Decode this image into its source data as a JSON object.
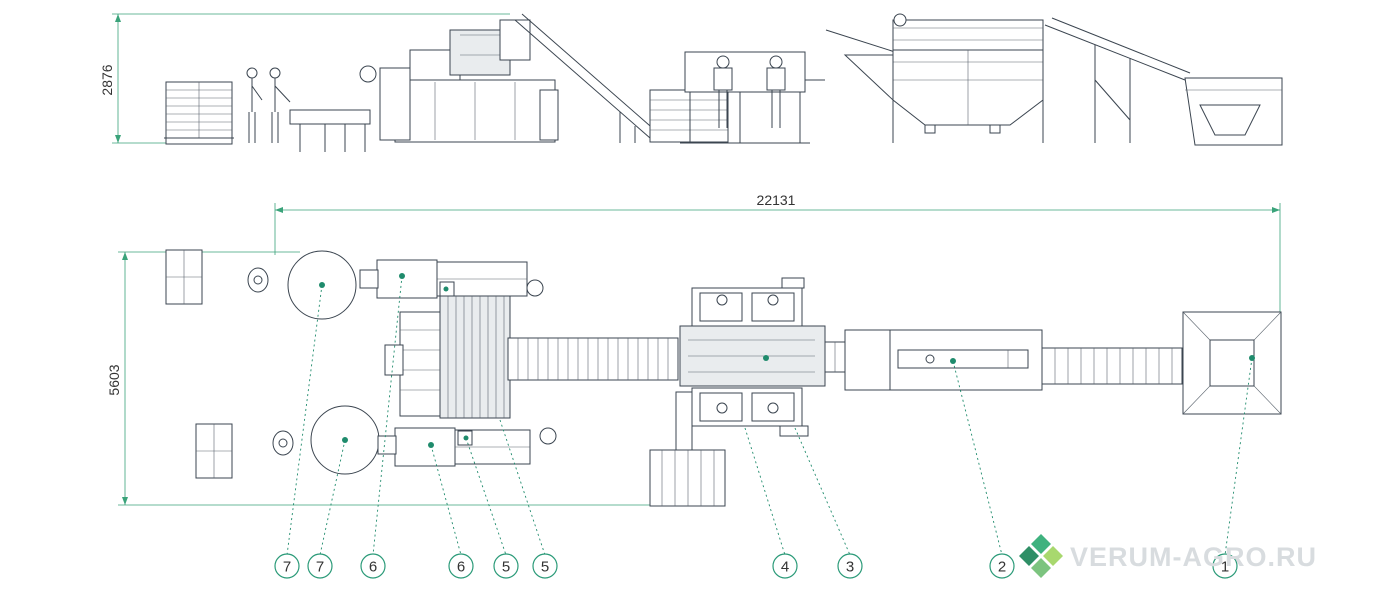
{
  "dimensions": {
    "height_side": "2876",
    "length": "22131",
    "width_plan": "5603"
  },
  "callouts": [
    "7",
    "7",
    "6",
    "6",
    "5",
    "5",
    "4",
    "3",
    "2",
    "1"
  ],
  "watermark": {
    "text": "VERUM-AGRO.RU",
    "colors": [
      "#3fb27f",
      "#a8d86e",
      "#2f8f66",
      "#7cc47f"
    ]
  },
  "colors": {
    "accent": "#2a9a78",
    "line": "#3b4550"
  }
}
